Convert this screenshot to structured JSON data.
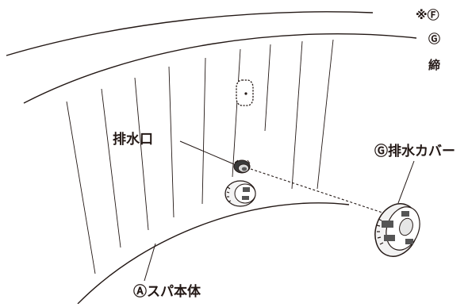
{
  "labels": {
    "drain_outlet": "排水口",
    "drain_cover": "Ⓖ排水カバー",
    "spa_body": "Ⓐスパ本体"
  },
  "note": {
    "line1": "※Ⓕ",
    "line2": "Ⓖ",
    "line3": "締"
  },
  "colors": {
    "line": "#231815",
    "text": "#231815",
    "background": "#ffffff"
  },
  "icons": [
    "pressure-gauge-icon",
    "drain-plug-icon",
    "drain-cover-icon"
  ]
}
